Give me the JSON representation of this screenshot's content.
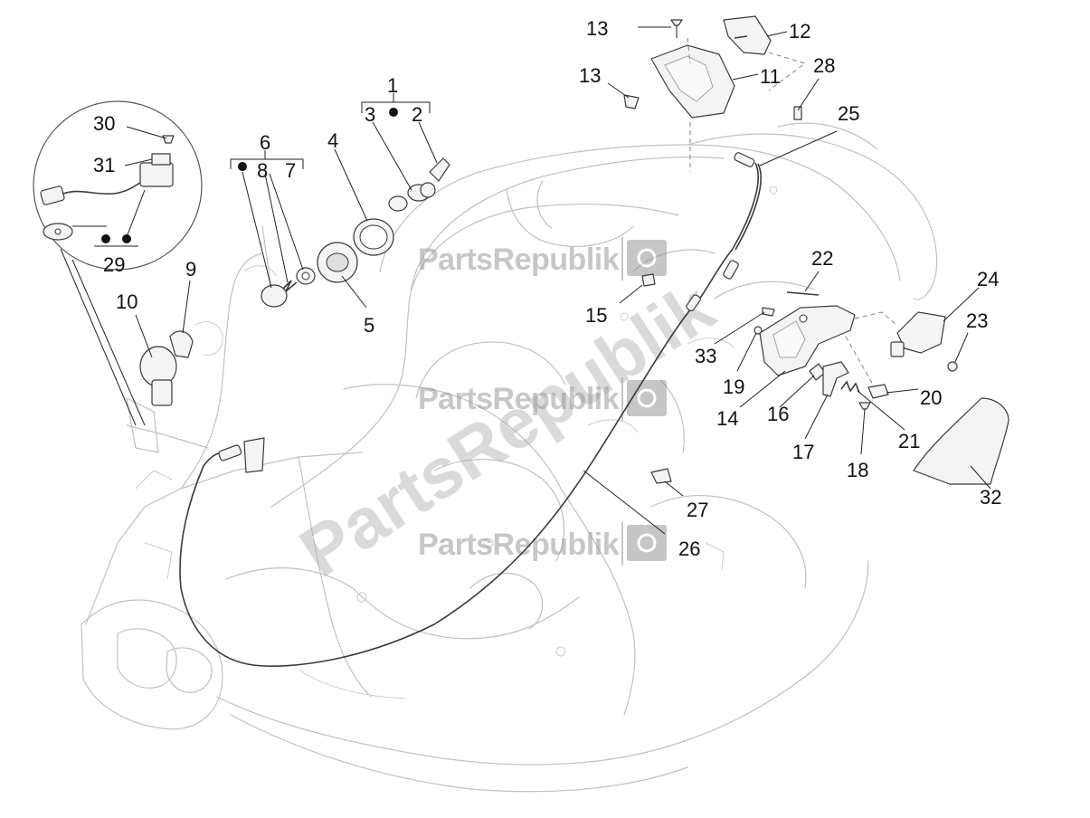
{
  "watermark": {
    "text": "PartsRepublik",
    "diagonal_text": "PartsRepublik"
  },
  "callouts": [
    {
      "id": "c1",
      "label": "1"
    },
    {
      "id": "c2",
      "label": "2"
    },
    {
      "id": "c3",
      "label": "3"
    },
    {
      "id": "c4",
      "label": "4"
    },
    {
      "id": "c5",
      "label": "5"
    },
    {
      "id": "c6",
      "label": "6"
    },
    {
      "id": "c7",
      "label": "7"
    },
    {
      "id": "c8",
      "label": "8"
    },
    {
      "id": "c9",
      "label": "9"
    },
    {
      "id": "c10",
      "label": "10"
    },
    {
      "id": "c11",
      "label": "11"
    },
    {
      "id": "c12",
      "label": "12"
    },
    {
      "id": "c13a",
      "label": "13"
    },
    {
      "id": "c13b",
      "label": "13"
    },
    {
      "id": "c14",
      "label": "14"
    },
    {
      "id": "c15",
      "label": "15"
    },
    {
      "id": "c16",
      "label": "16"
    },
    {
      "id": "c17",
      "label": "17"
    },
    {
      "id": "c18",
      "label": "18"
    },
    {
      "id": "c19",
      "label": "19"
    },
    {
      "id": "c20",
      "label": "20"
    },
    {
      "id": "c21",
      "label": "21"
    },
    {
      "id": "c22",
      "label": "22"
    },
    {
      "id": "c23",
      "label": "23"
    },
    {
      "id": "c24",
      "label": "24"
    },
    {
      "id": "c25",
      "label": "25"
    },
    {
      "id": "c26",
      "label": "26"
    },
    {
      "id": "c27",
      "label": "27"
    },
    {
      "id": "c28",
      "label": "28"
    },
    {
      "id": "c29",
      "label": "29"
    },
    {
      "id": "c30",
      "label": "30"
    },
    {
      "id": "c31",
      "label": "31"
    },
    {
      "id": "c32",
      "label": "32"
    },
    {
      "id": "c33",
      "label": "33"
    }
  ]
}
